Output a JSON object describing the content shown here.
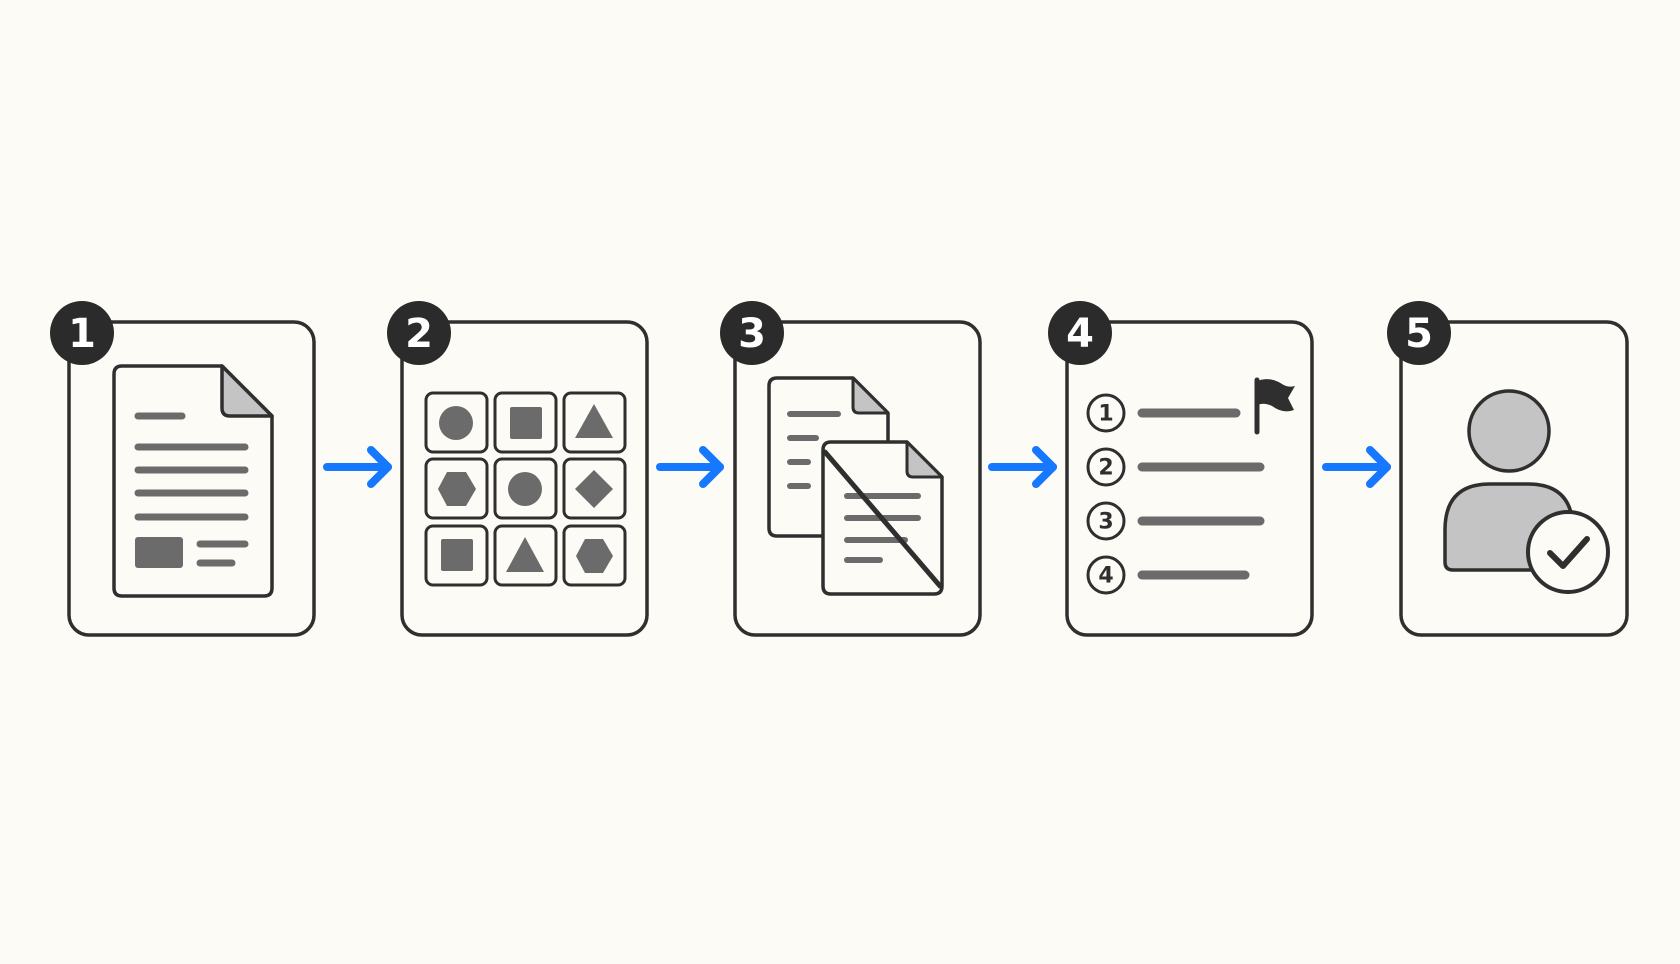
{
  "colors": {
    "background": "#fcfbf6",
    "outline": "#2f2f2f",
    "fill_dark": "#6b6b6b",
    "fill_light": "#c4c4c4",
    "arrow": "#1677ff",
    "badge": "#2b2b2b",
    "badge_text": "#ffffff"
  },
  "steps": [
    {
      "number": "1",
      "icon": "document-icon"
    },
    {
      "number": "2",
      "icon": "shape-grid-icon"
    },
    {
      "number": "3",
      "icon": "duplicate-documents-icon"
    },
    {
      "number": "4",
      "icon": "ranked-list-icon"
    },
    {
      "number": "5",
      "icon": "approved-user-icon"
    }
  ],
  "connectors": [
    {
      "from": "1",
      "to": "2",
      "icon": "arrow-right-icon"
    },
    {
      "from": "2",
      "to": "3",
      "icon": "arrow-right-icon"
    },
    {
      "from": "3",
      "to": "4",
      "icon": "arrow-right-icon"
    },
    {
      "from": "4",
      "to": "5",
      "icon": "arrow-right-icon"
    }
  ],
  "ranked_list": {
    "items": [
      "1",
      "2",
      "3",
      "4"
    ],
    "flag_icon": "flag-icon"
  }
}
